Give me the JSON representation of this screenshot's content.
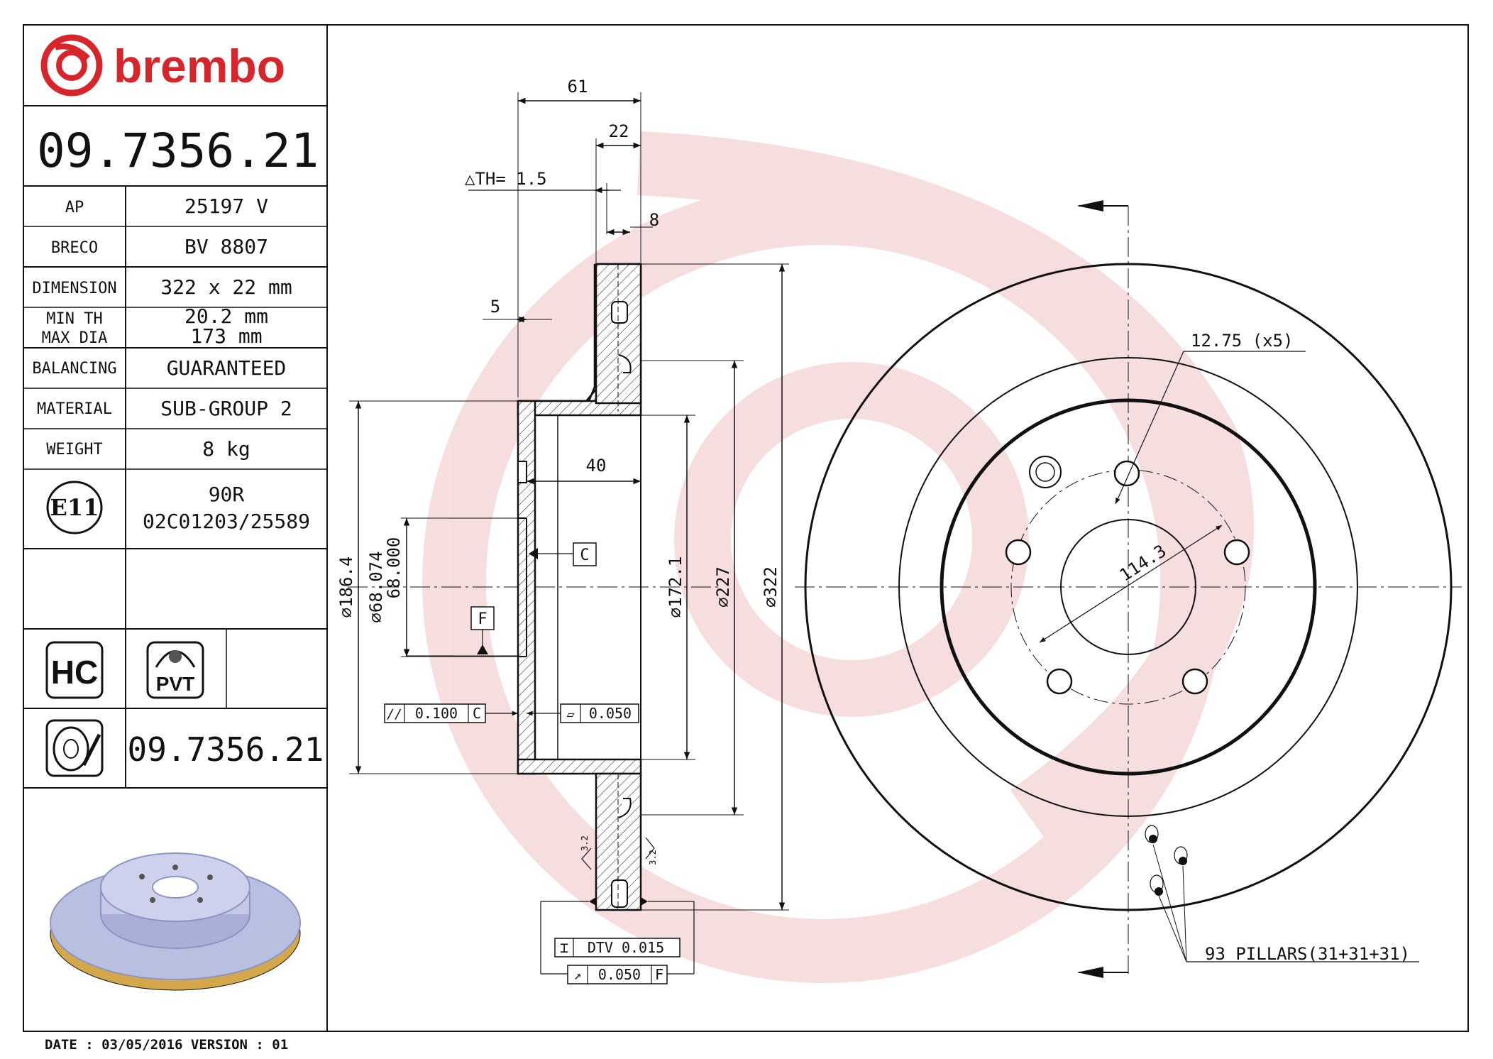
{
  "brand": {
    "name": "brembo",
    "color": "#d7262b"
  },
  "part_number": "09.7356.21",
  "specs": [
    {
      "label": "AP",
      "value": "25197 V"
    },
    {
      "label": "BRECO",
      "value": "BV 8807"
    },
    {
      "label": "DIMENSION",
      "value": "322 x 22 mm"
    },
    {
      "label": "MIN TH",
      "value": "20.2 mm"
    },
    {
      "label": "MAX DIA",
      "value": "173 mm"
    },
    {
      "label": "BALANCING",
      "value": "GUARANTEED"
    },
    {
      "label": "MATERIAL",
      "value": "SUB-GROUP 2"
    },
    {
      "label": "WEIGHT",
      "value": "8 kg"
    }
  ],
  "approval": {
    "mark": "E11",
    "line1": "90R",
    "line2": "02C01203/25589"
  },
  "badges": {
    "hc": "HC",
    "pvt": "PVT"
  },
  "footer_part_number": "09.7356.21",
  "footer": {
    "date_line": "DATE : 03/05/2016 VERSION : 01"
  },
  "dimensions": {
    "overall_depth": "61",
    "thickness": "22",
    "delta_th": "△TH= 1.5",
    "vent_gap": "8",
    "hat_wall": "5",
    "hub_depth": "40",
    "dia_186": "∅186.4",
    "dia_68": [
      "∅68.074",
      "68.000"
    ],
    "dia_172": "∅172.1",
    "dia_227": "∅227",
    "dia_322": "∅322",
    "pcd": "114.3",
    "bolt_holes": "12.75 (x5)",
    "pillars": "93 PILLARS(31+31+31)"
  },
  "tolerances": {
    "datum_c": "C",
    "datum_f": "F",
    "parallel_sym": "//",
    "parallel": "0.100",
    "parallel_ref": "C",
    "flat_sym": "▱",
    "flatness": "0.050",
    "dtv_sym": "⌶",
    "dtv": "DTV 0.015",
    "runout_sym": "↗",
    "runout": "0.050",
    "runout_ref": "F",
    "roughness": "3.2"
  },
  "colors": {
    "line": "#111111",
    "watermark": "#f2c4c4",
    "disc": "#b9bfe0",
    "disc_dark": "#8e95c4",
    "vent": "#d4a84a"
  }
}
